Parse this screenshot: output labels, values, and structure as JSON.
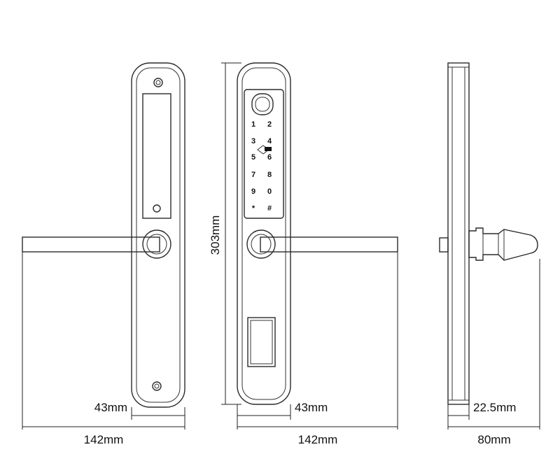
{
  "dimensions": {
    "height_front": "303mm",
    "width_back_plate": "43mm",
    "width_front_plate": "43mm",
    "handle_length_back": "142mm",
    "handle_length_front": "142mm",
    "side_thickness": "22.5mm",
    "side_depth": "80mm"
  },
  "keypad": {
    "keys": [
      "1",
      "2",
      "3",
      "4",
      "5",
      "6",
      "7",
      "8",
      "9",
      "0",
      "*",
      "#"
    ]
  },
  "colors": {
    "line": "#2a2a2a",
    "background": "#ffffff"
  }
}
